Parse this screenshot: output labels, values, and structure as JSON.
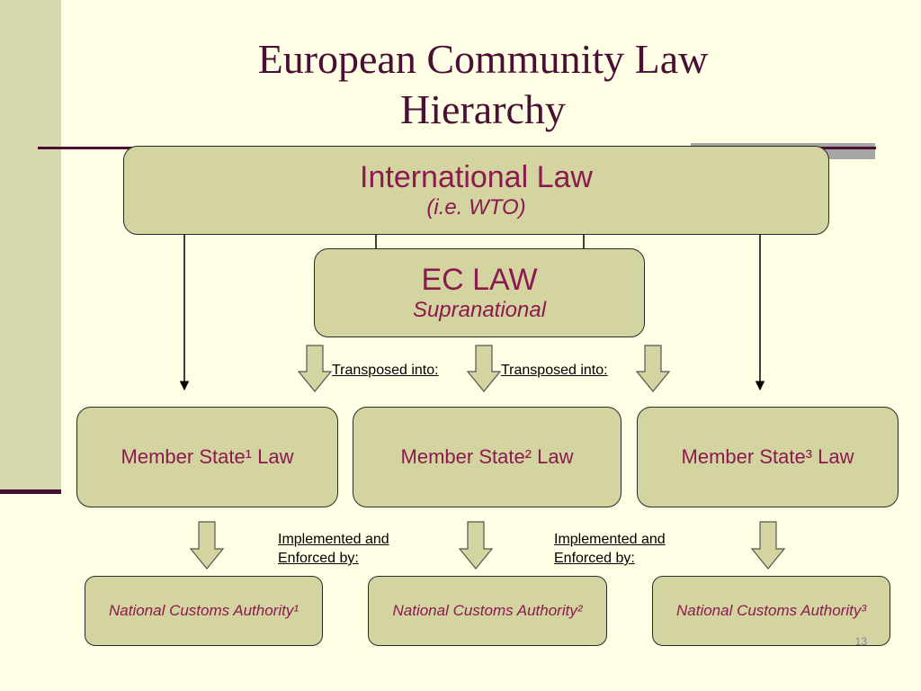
{
  "slide": {
    "title_line1": "European Community Law",
    "title_line2": "Hierarchy",
    "slide_number": "13"
  },
  "boxes": {
    "international": {
      "label": "International Law",
      "sub": "(i.e. WTO)"
    },
    "ec": {
      "label": "EC LAW",
      "sub": "Supranational"
    },
    "member_states": [
      {
        "label": "Member State¹ Law"
      },
      {
        "label": "Member State² Law"
      },
      {
        "label": "Member State³ Law"
      }
    ],
    "customs": [
      {
        "label": "National Customs Authority¹"
      },
      {
        "label": "National Customs Authority²"
      },
      {
        "label": "National Customs Authority³"
      }
    ]
  },
  "connectors": {
    "transposed_left": "Transposed into:",
    "transposed_right": "Transposed into:",
    "implemented_left_1": "Implemented and",
    "implemented_left_2": "Enforced by:",
    "implemented_right_1": "Implemented and",
    "implemented_right_2": "Enforced by:"
  },
  "colors": {
    "background": "#FFFFE5",
    "box_fill": "#D4D4A0",
    "label_text": "#8B1A4F",
    "title_text": "#4A0F33",
    "arrow_fill": "#D4D4A0"
  }
}
